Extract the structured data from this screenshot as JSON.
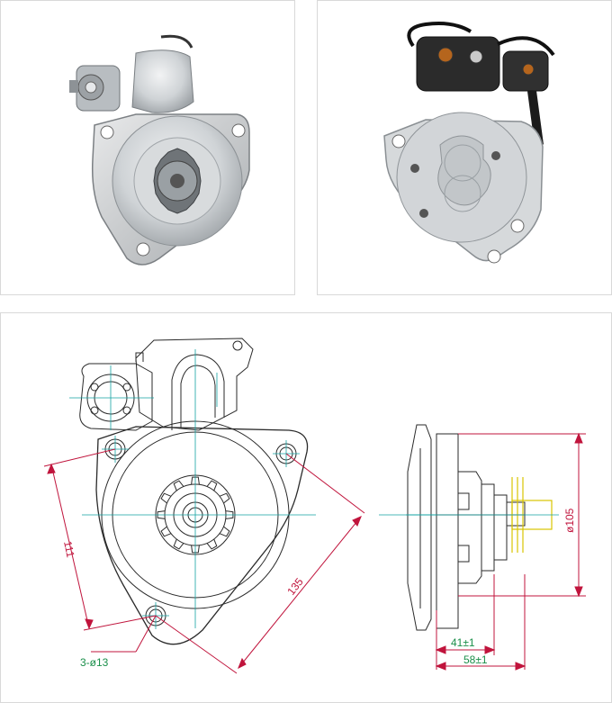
{
  "colors": {
    "outline": "#2a2a2a",
    "center_line": "#13a3a3",
    "dimension": "#c0143c",
    "dimension_text": "#1a8f4a",
    "hub": "#d9c400",
    "photo_metal": "#cfd3d6",
    "photo_dark": "#2b2b2b"
  },
  "front_view": {
    "dims": {
      "d111": "111",
      "d135": "135",
      "holes": "3-ø13"
    }
  },
  "side_view": {
    "dims": {
      "d41": "41±1",
      "d58": "58±1",
      "d105": "ø105"
    }
  }
}
